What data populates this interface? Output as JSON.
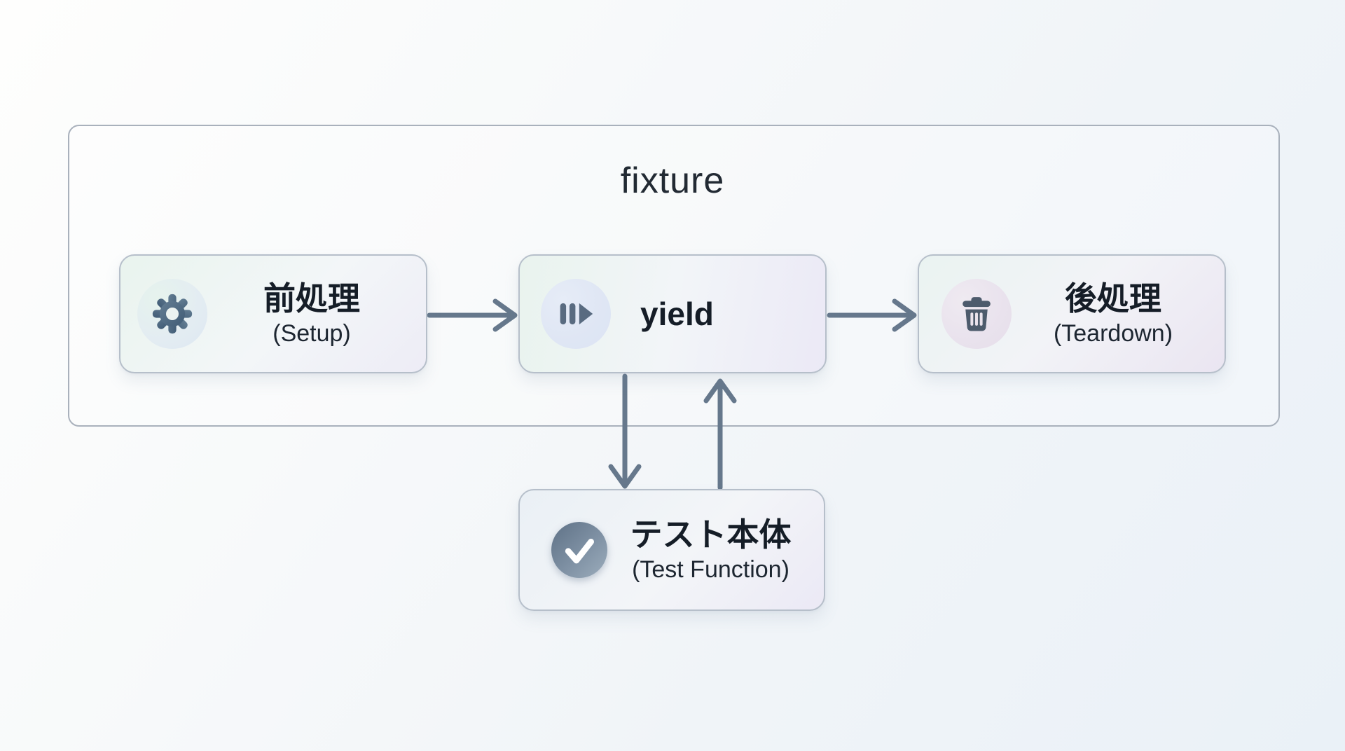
{
  "diagram": {
    "title": "fixture",
    "nodes": {
      "setup": {
        "label": "前処理",
        "sublabel": "(Setup)",
        "icon": "gear-icon"
      },
      "yield": {
        "label": "yield",
        "icon": "pause-play-icon"
      },
      "teardown": {
        "label": "後処理",
        "sublabel": "(Teardown)",
        "icon": "trash-icon"
      },
      "test": {
        "label": "テスト本体",
        "sublabel": "(Test Function)",
        "icon": "check-icon"
      }
    },
    "colors": {
      "arrow": "#66788c",
      "frame_border": "#a9b1bc",
      "node_border": "#b6bfca",
      "text": "#151d27",
      "icon_slate": "#4d6076"
    }
  }
}
